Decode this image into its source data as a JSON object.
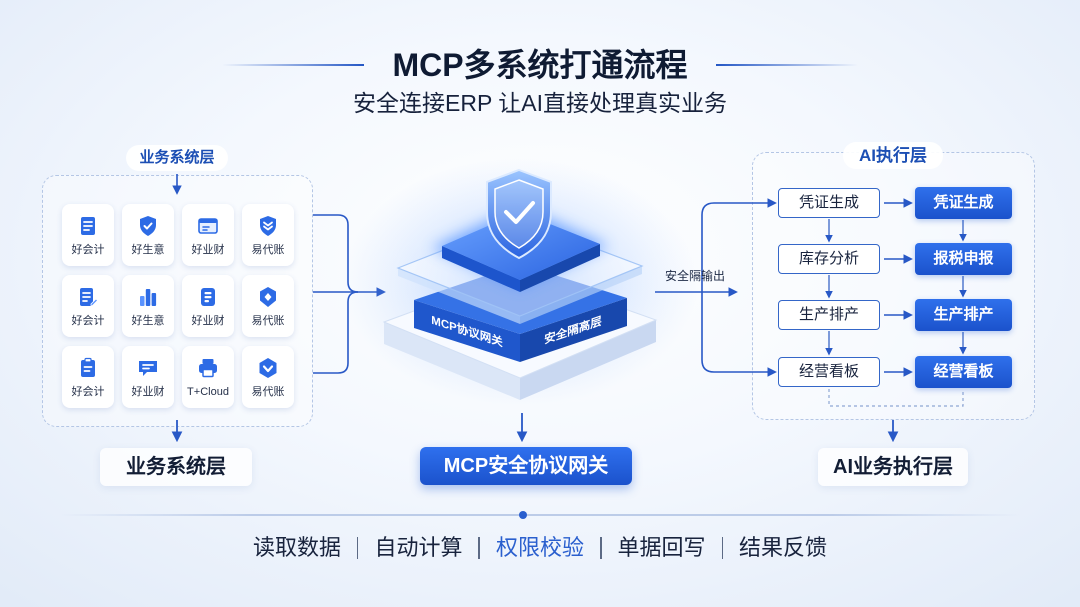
{
  "header": {
    "title": "MCP多系统打通流程",
    "subtitle": "安全连接ERP 让AI直接处理真实业务"
  },
  "business_panel": {
    "label": "业务系统层",
    "tiles": [
      {
        "label": "好会计",
        "icon": "document-list-icon"
      },
      {
        "label": "好生意",
        "icon": "shield-check-icon"
      },
      {
        "label": "好业财",
        "icon": "browser-window-icon"
      },
      {
        "label": "易代账",
        "icon": "layers-icon"
      },
      {
        "label": "好会计",
        "icon": "document-edit-icon"
      },
      {
        "label": "好生意",
        "icon": "building-icon"
      },
      {
        "label": "好业财",
        "icon": "id-card-icon"
      },
      {
        "label": "易代账",
        "icon": "shield-plus-icon"
      },
      {
        "label": "好会计",
        "icon": "clipboard-icon"
      },
      {
        "label": "好业财",
        "icon": "chat-icon"
      },
      {
        "label": "T+Cloud",
        "icon": "printer-icon"
      },
      {
        "label": "易代账",
        "icon": "heart-badge-icon"
      }
    ],
    "footer_label": "业务系统层"
  },
  "gateway": {
    "icon": "shield-check-icon",
    "layer_left": "MCP协议网关",
    "layer_right": "安全隔高层",
    "footer_label": "MCP安全协议网关"
  },
  "output_label": "安全隔输出",
  "ai_panel": {
    "title": "AI执行层",
    "rows": [
      {
        "task": "凭证生成",
        "result": "凭证生成"
      },
      {
        "task": "库存分析",
        "result": "报税申报"
      },
      {
        "task": "生产排产",
        "result": "生产排产"
      },
      {
        "task": "经营看板",
        "result": "经营看板"
      }
    ],
    "footer_label": "AI业务执行层"
  },
  "footer": {
    "items": [
      {
        "text": "读取数据"
      },
      {
        "text": "自动计算"
      },
      {
        "text": "权限校验",
        "highlight_color": "#2a5fce"
      },
      {
        "text": "单据回写"
      },
      {
        "text": "结果反馈"
      }
    ]
  },
  "colors": {
    "primary": "#1f5bd6",
    "text_dark": "#16223d",
    "panel_border": "#b4c6e5"
  }
}
